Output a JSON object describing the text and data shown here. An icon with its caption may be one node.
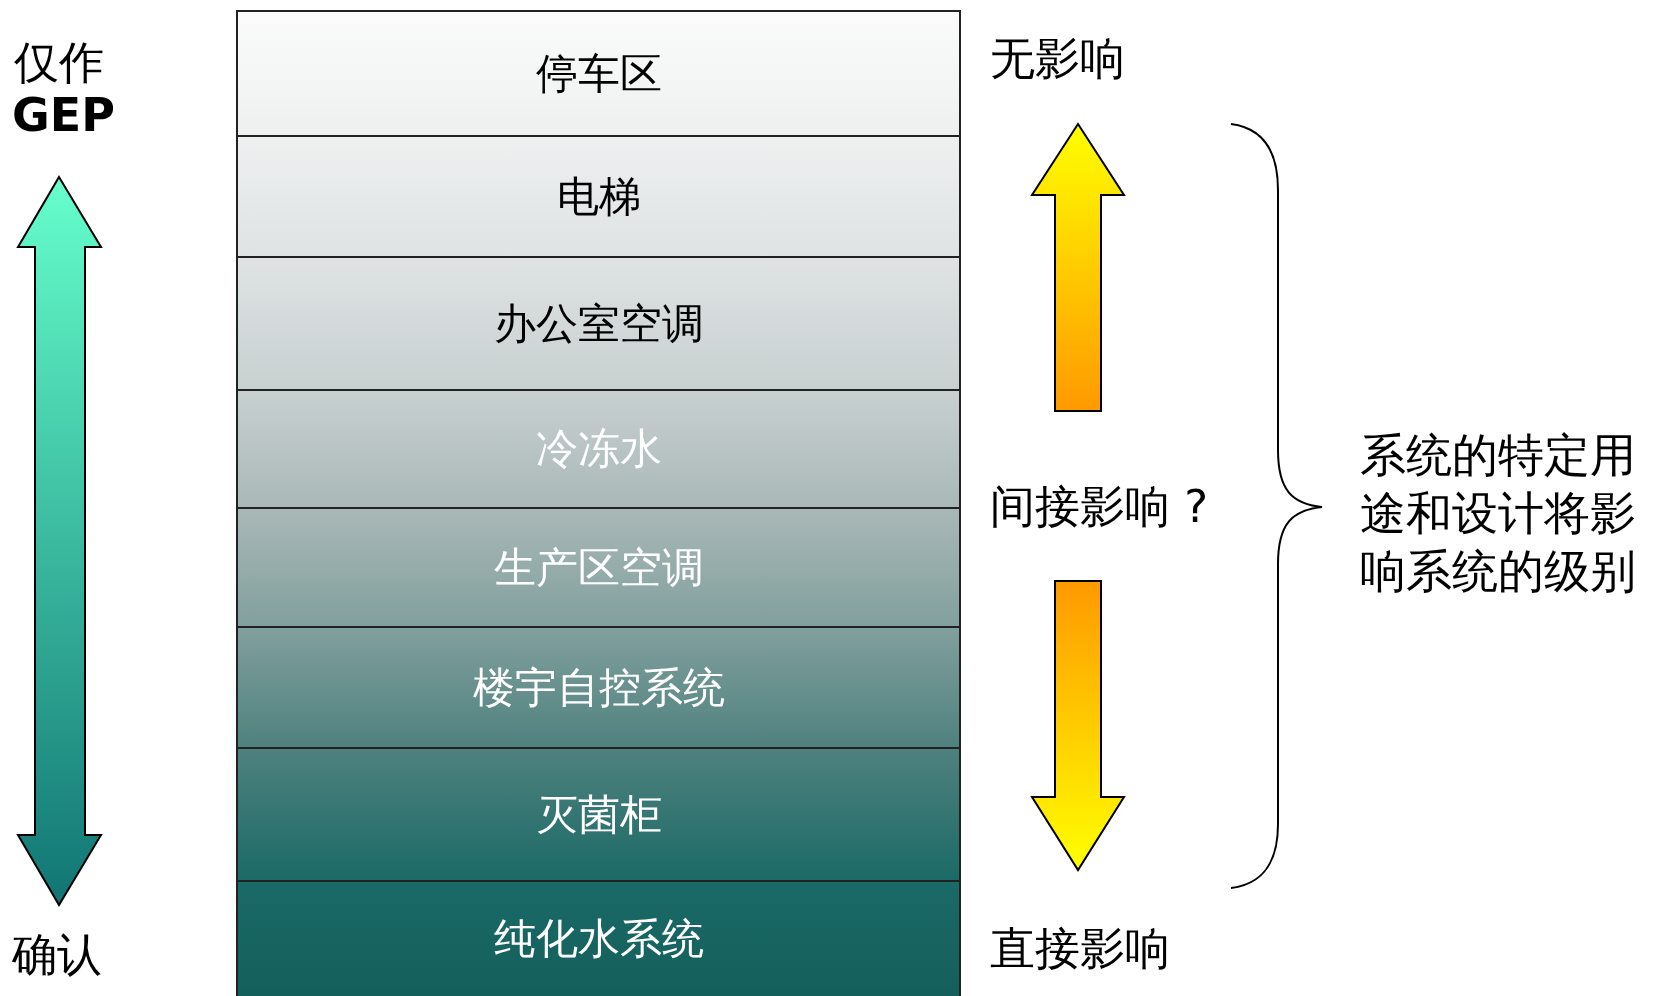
{
  "diagram": {
    "nodes": [
      {
        "text": [
          "停车区"
        ]
      },
      {
        "text": [
          "电梯"
        ]
      },
      {
        "text": [
          "办公室空调"
        ]
      },
      {
        "text": [
          "冷冻水"
        ]
      },
      {
        "text": [
          "生产区空调"
        ]
      },
      {
        "text": [
          "楼宇自控系统"
        ]
      },
      {
        "text": [
          "灭菌柜"
        ]
      },
      {
        "text": [
          "纯化水系统"
        ]
      }
    ],
    "labels": [
      "仅作",
      "GEP",
      "无影响",
      "间接影响 ?",
      "系统的特定用途和设计将影响系统的级别",
      "确认",
      "直接影响"
    ]
  }
}
